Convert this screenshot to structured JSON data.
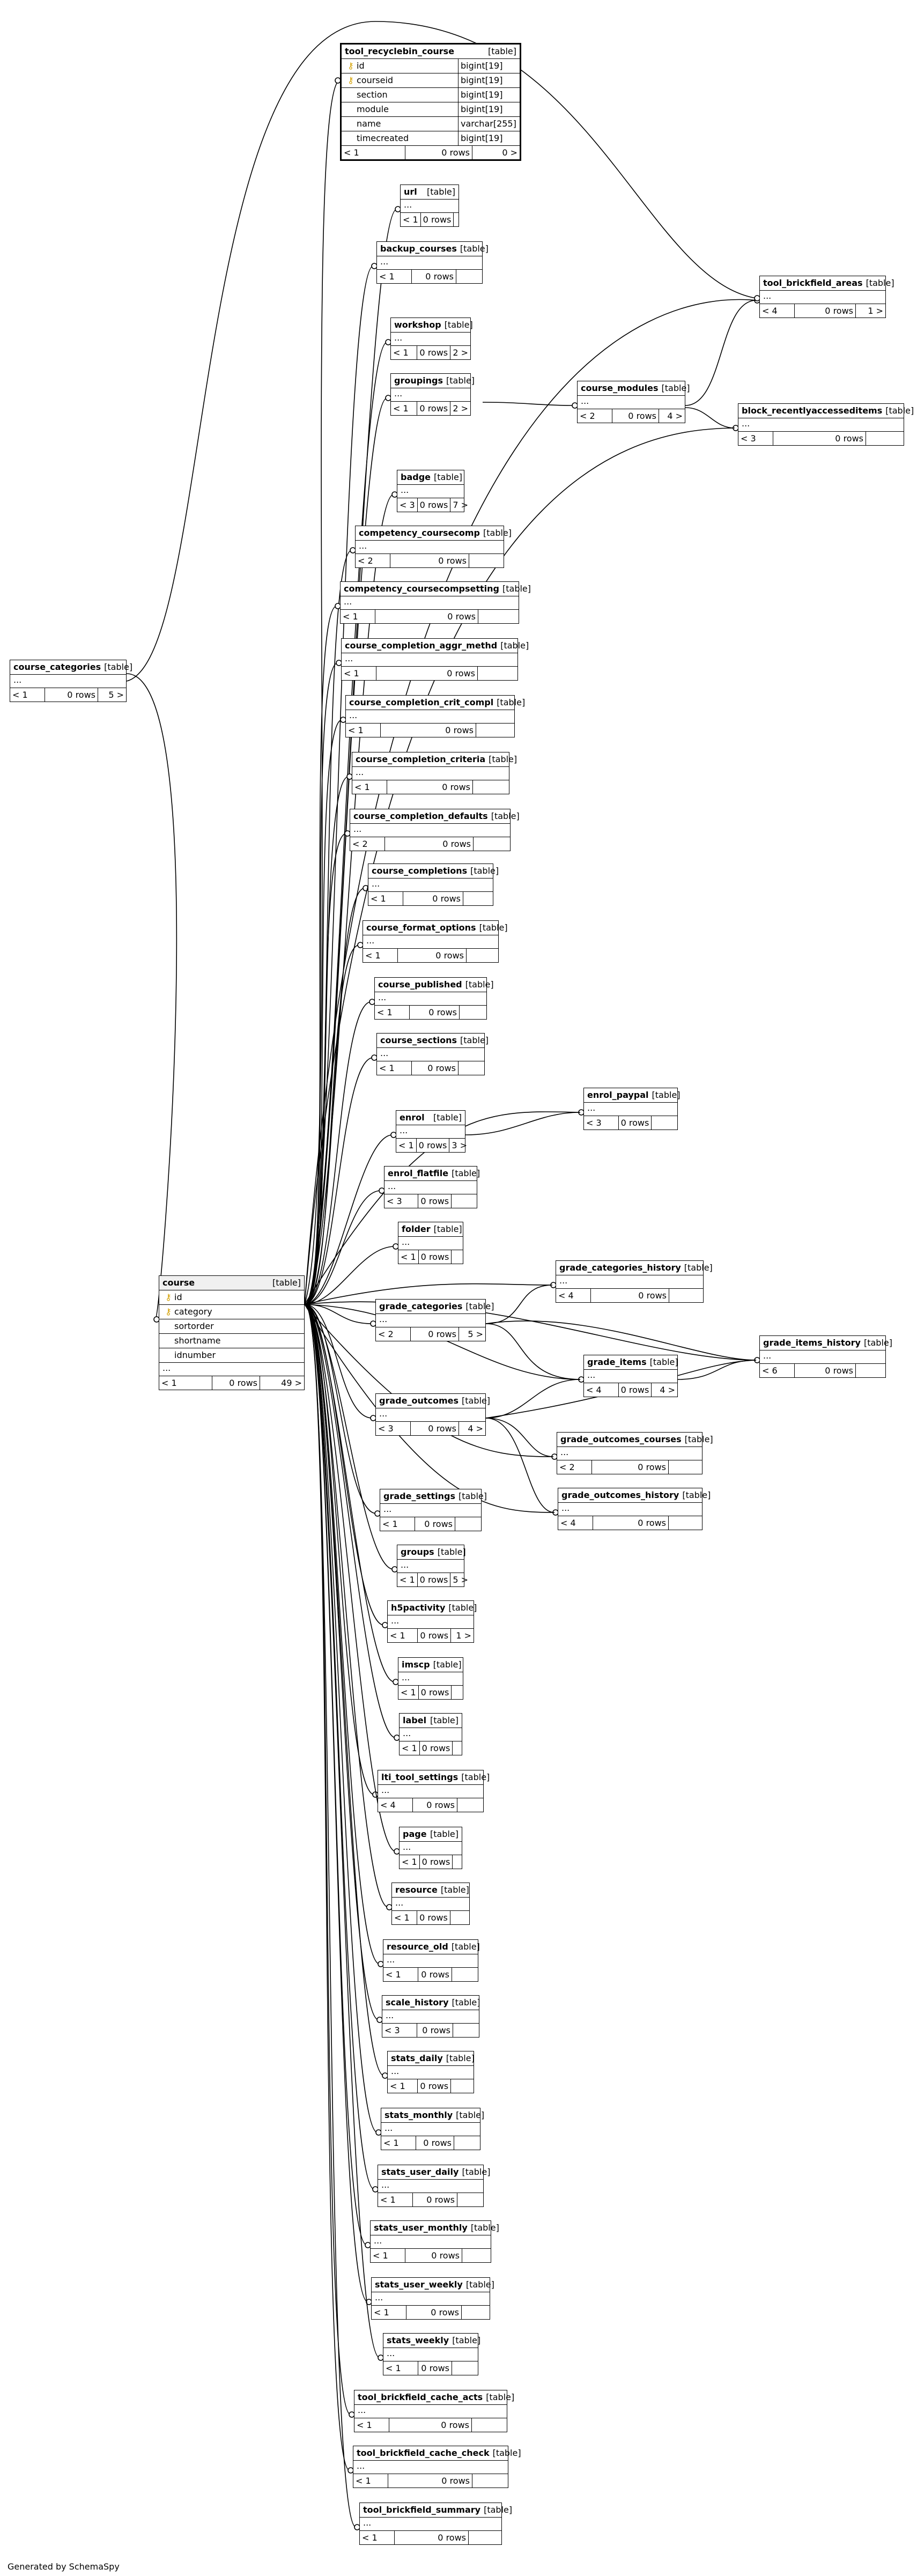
{
  "footer": "Generated by SchemaSpy",
  "type_label": "[table]",
  "ellipsis": "...",
  "colors": {
    "line": "#000000",
    "key": "#d4a000"
  },
  "tables": {
    "tool_recyclebin_course": {
      "name": "tool_recyclebin_course",
      "cols": [
        {
          "key": "pk",
          "name": "id",
          "type": "bigint[19]"
        },
        {
          "key": "fk",
          "name": "courseid",
          "type": "bigint[19]"
        },
        {
          "key": "",
          "name": "section",
          "type": "bigint[19]"
        },
        {
          "key": "",
          "name": "module",
          "type": "bigint[19]"
        },
        {
          "key": "",
          "name": "name",
          "type": "varchar[255]"
        },
        {
          "key": "",
          "name": "timecreated",
          "type": "bigint[19]"
        }
      ],
      "footer": {
        "left": "< 1",
        "mid": "0 rows",
        "right": "0 >"
      }
    },
    "course_categories": {
      "name": "course_categories",
      "footer": {
        "left": "< 1",
        "mid": "0 rows",
        "right": "5 >"
      }
    },
    "course": {
      "name": "course",
      "cols": [
        {
          "key": "pk",
          "name": "id",
          "type": ""
        },
        {
          "key": "fk",
          "name": "category",
          "type": ""
        },
        {
          "key": "",
          "name": "sortorder",
          "type": ""
        },
        {
          "key": "",
          "name": "shortname",
          "type": ""
        },
        {
          "key": "",
          "name": "idnumber",
          "type": ""
        }
      ],
      "footer": {
        "left": "< 1",
        "mid": "0 rows",
        "right": "49 >"
      }
    },
    "url": {
      "name": "url",
      "footer": {
        "left": "< 1",
        "mid": "0 rows",
        "right": ""
      }
    },
    "backup_courses": {
      "name": "backup_courses",
      "footer": {
        "left": "< 1",
        "mid": "0 rows",
        "right": ""
      }
    },
    "workshop": {
      "name": "workshop",
      "footer": {
        "left": "< 1",
        "mid": "0 rows",
        "right": "2 >"
      }
    },
    "groupings": {
      "name": "groupings",
      "footer": {
        "left": "< 1",
        "mid": "0 rows",
        "right": "2 >"
      }
    },
    "badge": {
      "name": "badge",
      "footer": {
        "left": "< 3",
        "mid": "0 rows",
        "right": "7 >"
      }
    },
    "competency_coursecomp": {
      "name": "competency_coursecomp",
      "footer": {
        "left": "< 2",
        "mid": "0 rows",
        "right": ""
      }
    },
    "competency_coursecompsetting": {
      "name": "competency_coursecompsetting",
      "footer": {
        "left": "< 1",
        "mid": "0 rows",
        "right": ""
      }
    },
    "course_completion_aggr_methd": {
      "name": "course_completion_aggr_methd",
      "footer": {
        "left": "< 1",
        "mid": "0 rows",
        "right": ""
      }
    },
    "course_completion_crit_compl": {
      "name": "course_completion_crit_compl",
      "footer": {
        "left": "< 1",
        "mid": "0 rows",
        "right": ""
      }
    },
    "course_completion_criteria": {
      "name": "course_completion_criteria",
      "footer": {
        "left": "< 1",
        "mid": "0 rows",
        "right": ""
      }
    },
    "course_completion_defaults": {
      "name": "course_completion_defaults",
      "footer": {
        "left": "< 2",
        "mid": "0 rows",
        "right": ""
      }
    },
    "course_completions": {
      "name": "course_completions",
      "footer": {
        "left": "< 1",
        "mid": "0 rows",
        "right": ""
      }
    },
    "course_format_options": {
      "name": "course_format_options",
      "footer": {
        "left": "< 1",
        "mid": "0 rows",
        "right": ""
      }
    },
    "course_published": {
      "name": "course_published",
      "footer": {
        "left": "< 1",
        "mid": "0 rows",
        "right": ""
      }
    },
    "course_sections": {
      "name": "course_sections",
      "footer": {
        "left": "< 1",
        "mid": "0 rows",
        "right": ""
      }
    },
    "enrol": {
      "name": "enrol",
      "footer": {
        "left": "< 1",
        "mid": "0 rows",
        "right": "3 >"
      }
    },
    "enrol_flatfile": {
      "name": "enrol_flatfile",
      "footer": {
        "left": "< 3",
        "mid": "0 rows",
        "right": ""
      }
    },
    "folder": {
      "name": "folder",
      "footer": {
        "left": "< 1",
        "mid": "0 rows",
        "right": ""
      }
    },
    "grade_categories": {
      "name": "grade_categories",
      "footer": {
        "left": "< 2",
        "mid": "0 rows",
        "right": "5 >"
      }
    },
    "grade_outcomes": {
      "name": "grade_outcomes",
      "footer": {
        "left": "< 3",
        "mid": "0 rows",
        "right": "4 >"
      }
    },
    "grade_settings": {
      "name": "grade_settings",
      "footer": {
        "left": "< 1",
        "mid": "0 rows",
        "right": ""
      }
    },
    "groups": {
      "name": "groups",
      "footer": {
        "left": "< 1",
        "mid": "0 rows",
        "right": "5 >"
      }
    },
    "h5pactivity": {
      "name": "h5pactivity",
      "footer": {
        "left": "< 1",
        "mid": "0 rows",
        "right": "1 >"
      }
    },
    "imscp": {
      "name": "imscp",
      "footer": {
        "left": "< 1",
        "mid": "0 rows",
        "right": ""
      }
    },
    "label": {
      "name": "label",
      "footer": {
        "left": "< 1",
        "mid": "0 rows",
        "right": ""
      }
    },
    "lti_tool_settings": {
      "name": "lti_tool_settings",
      "footer": {
        "left": "< 4",
        "mid": "0 rows",
        "right": ""
      }
    },
    "page": {
      "name": "page",
      "footer": {
        "left": "< 1",
        "mid": "0 rows",
        "right": ""
      }
    },
    "resource": {
      "name": "resource",
      "footer": {
        "left": "< 1",
        "mid": "0 rows",
        "right": ""
      }
    },
    "resource_old": {
      "name": "resource_old",
      "footer": {
        "left": "< 1",
        "mid": "0 rows",
        "right": ""
      }
    },
    "scale_history": {
      "name": "scale_history",
      "footer": {
        "left": "< 3",
        "mid": "0 rows",
        "right": ""
      }
    },
    "stats_daily": {
      "name": "stats_daily",
      "footer": {
        "left": "< 1",
        "mid": "0 rows",
        "right": ""
      }
    },
    "stats_monthly": {
      "name": "stats_monthly",
      "footer": {
        "left": "< 1",
        "mid": "0 rows",
        "right": ""
      }
    },
    "stats_user_daily": {
      "name": "stats_user_daily",
      "footer": {
        "left": "< 1",
        "mid": "0 rows",
        "right": ""
      }
    },
    "stats_user_monthly": {
      "name": "stats_user_monthly",
      "footer": {
        "left": "< 1",
        "mid": "0 rows",
        "right": ""
      }
    },
    "stats_user_weekly": {
      "name": "stats_user_weekly",
      "footer": {
        "left": "< 1",
        "mid": "0 rows",
        "right": ""
      }
    },
    "stats_weekly": {
      "name": "stats_weekly",
      "footer": {
        "left": "< 1",
        "mid": "0 rows",
        "right": ""
      }
    },
    "tool_brickfield_cache_acts": {
      "name": "tool_brickfield_cache_acts",
      "footer": {
        "left": "< 1",
        "mid": "0 rows",
        "right": ""
      }
    },
    "tool_brickfield_cache_check": {
      "name": "tool_brickfield_cache_check",
      "footer": {
        "left": "< 1",
        "mid": "0 rows",
        "right": ""
      }
    },
    "tool_brickfield_summary": {
      "name": "tool_brickfield_summary",
      "footer": {
        "left": "< 1",
        "mid": "0 rows",
        "right": ""
      }
    },
    "course_modules": {
      "name": "course_modules",
      "footer": {
        "left": "< 2",
        "mid": "0 rows",
        "right": "4 >"
      }
    },
    "tool_brickfield_areas": {
      "name": "tool_brickfield_areas",
      "footer": {
        "left": "< 4",
        "mid": "0 rows",
        "right": "1 >"
      }
    },
    "block_recentlyaccesseditems": {
      "name": "block_recentlyaccesseditems",
      "footer": {
        "left": "< 3",
        "mid": "0 rows",
        "right": ""
      }
    },
    "enrol_paypal": {
      "name": "enrol_paypal",
      "footer": {
        "left": "< 3",
        "mid": "0 rows",
        "right": ""
      }
    },
    "grade_categories_history": {
      "name": "grade_categories_history",
      "footer": {
        "left": "< 4",
        "mid": "0 rows",
        "right": ""
      }
    },
    "grade_items": {
      "name": "grade_items",
      "footer": {
        "left": "< 4",
        "mid": "0 rows",
        "right": "4 >"
      }
    },
    "grade_items_history": {
      "name": "grade_items_history",
      "footer": {
        "left": "< 6",
        "mid": "0 rows",
        "right": ""
      }
    },
    "grade_outcomes_courses": {
      "name": "grade_outcomes_courses",
      "footer": {
        "left": "< 2",
        "mid": "0 rows",
        "right": ""
      }
    },
    "grade_outcomes_history": {
      "name": "grade_outcomes_history",
      "footer": {
        "left": "< 4",
        "mid": "0 rows",
        "right": ""
      }
    }
  }
}
